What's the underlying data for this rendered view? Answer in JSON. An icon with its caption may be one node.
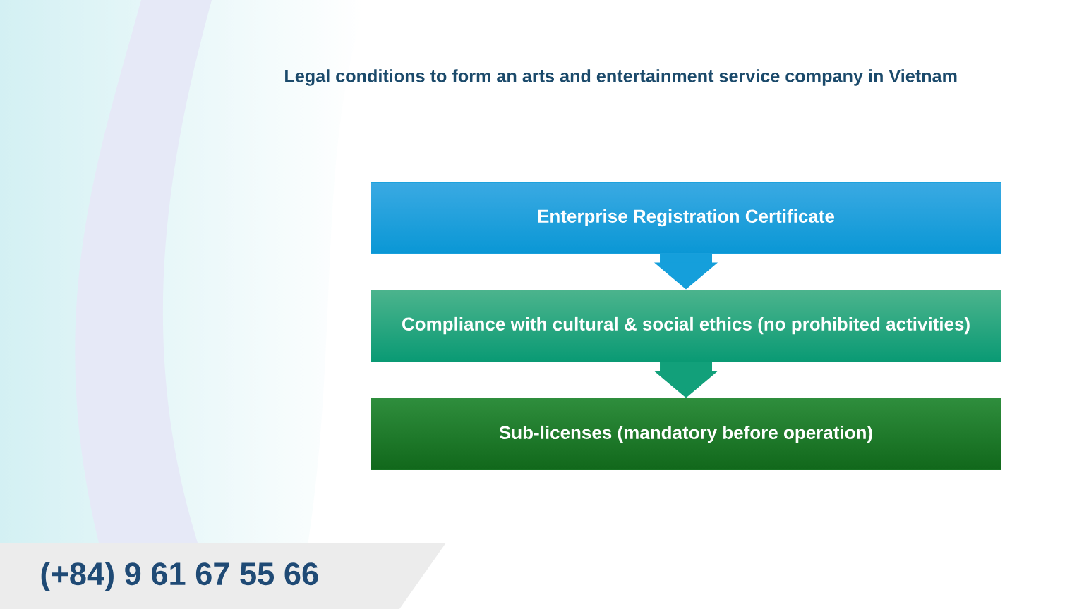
{
  "diagram": {
    "title": "Legal conditions to form an arts and entertainment service company in Vietnam",
    "nodes": [
      {
        "text": [
          "Enterprise Registration Certificate"
        ]
      },
      {
        "text": [
          "Compliance with cultural & social ethics (no prohibited activities)"
        ]
      },
      {
        "text": [
          "Sub-licenses (mandatory before operation)"
        ]
      }
    ],
    "edges": [
      {
        "from": 0,
        "to": 1,
        "arrow": "to",
        "color": "#159fdb"
      },
      {
        "from": 1,
        "to": 2,
        "arrow": "to",
        "color": "#12a07a"
      }
    ],
    "labels": [
      "(+84) 9 61 67 55 66"
    ]
  }
}
